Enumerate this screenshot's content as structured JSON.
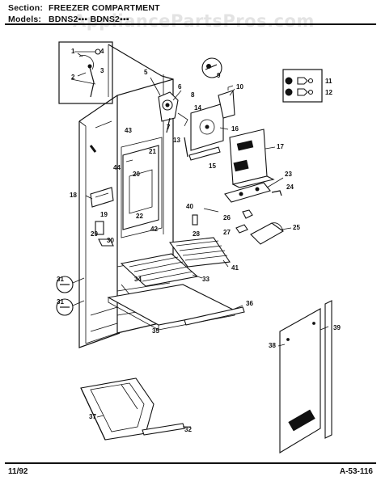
{
  "header": {
    "section_label": "Section:",
    "section_value": "FREEZER COMPARTMENT",
    "models_label": "Models:",
    "models_value": "BDNS2▪▪▪ BDNS2▪▪▪"
  },
  "watermark": "AppliancePartsPros.com",
  "footer": {
    "date": "11/92",
    "page_code": "A-53-116"
  },
  "callouts": [
    "1",
    "2",
    "3",
    "4",
    "5",
    "6",
    "7",
    "8",
    "9",
    "10",
    "11",
    "12",
    "13",
    "14",
    "15",
    "16",
    "17",
    "18",
    "19",
    "20",
    "21",
    "22",
    "23",
    "24",
    "25",
    "26",
    "27",
    "28",
    "29",
    "30",
    "31",
    "32",
    "33",
    "34",
    "35",
    "36",
    "37",
    "38",
    "39",
    "40",
    "41",
    "42",
    "43",
    "44"
  ]
}
